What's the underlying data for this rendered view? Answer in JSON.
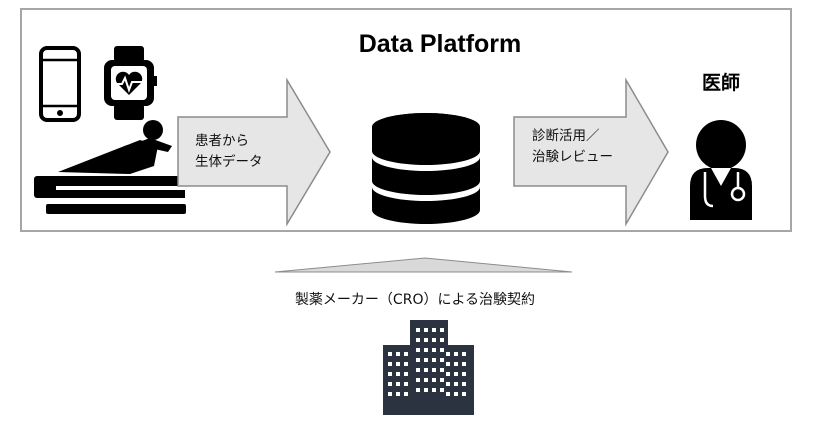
{
  "title": "Data Platform",
  "doctor_label": "医師",
  "arrow_left": {
    "line1": "患者から",
    "line2": "生体データ"
  },
  "arrow_right": {
    "line1": "診断活用／",
    "line2": "治験レビュー"
  },
  "bottom_label": "製薬メーカー（CRO）による治験契約",
  "icons": [
    "smartphone-icon",
    "smartwatch-icon",
    "patient-bed-icon",
    "database-icon",
    "doctor-icon",
    "buildings-icon"
  ],
  "colors": {
    "arrow_fill": "#e6e6e6",
    "arrow_stroke": "#8c8c8c",
    "icon": "#000000",
    "buildings": "#2b3340",
    "frame": "#a6a6a6"
  }
}
